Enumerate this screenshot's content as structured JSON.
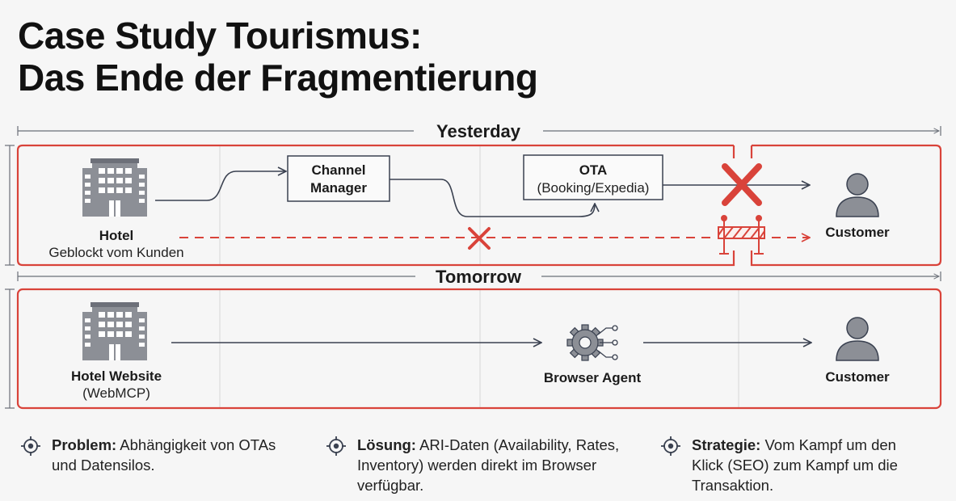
{
  "title": {
    "line1": "Case Study Tourismus:",
    "line2": "Das Ende der Fragmentierung"
  },
  "yesterday": {
    "heading": "Yesterday",
    "hotel_title": "Hotel",
    "hotel_subtitle": "Geblockt vom Kunden",
    "channel_manager_line1": "Channel",
    "channel_manager_line2": "Manager",
    "ota_line1": "OTA",
    "ota_line2": "(Booking/Expedia)",
    "customer": "Customer"
  },
  "tomorrow": {
    "heading": "Tomorrow",
    "hotel_title": "Hotel Website",
    "hotel_subtitle": "(WebMCP)",
    "agent": "Browser Agent",
    "customer": "Customer"
  },
  "footer": [
    {
      "label": "Problem:",
      "text": " Abhängigkeit von OTAs und Datensilos.",
      "icon": "target-icon"
    },
    {
      "label": "Lösung:",
      "text": " ARI-Daten (Availability, Rates, Inventory) werden direkt im Browser verfügbar.",
      "icon": "target-icon"
    },
    {
      "label": "Strategie:",
      "text": "  Vom Kampf um den Klick (SEO) zum Kampf um die Transaktion.",
      "icon": "target-icon"
    }
  ],
  "colors": {
    "red": "#d9433a",
    "line": "#3a4150",
    "grid": "#d6d6d6",
    "icon_fill": "#8c8f96"
  }
}
